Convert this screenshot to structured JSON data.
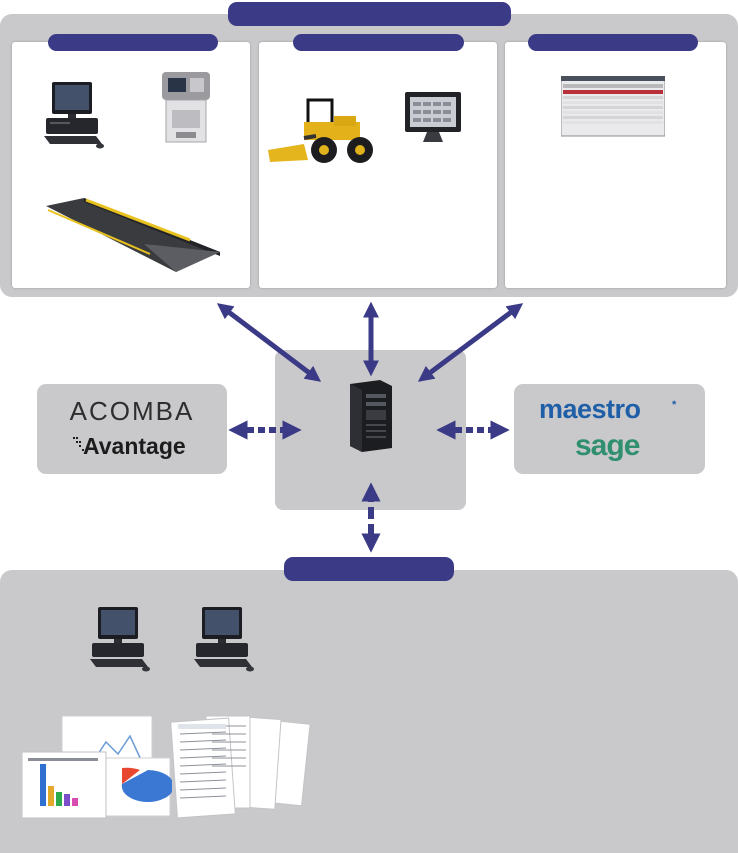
{
  "brands": {
    "left_top": "ACOMBA",
    "left_bottom": "Avantage",
    "right_top": "maestro",
    "right_bottom": "sage"
  },
  "colors": {
    "navy": "#3b3a86",
    "panel_grey": "#c9c9cb",
    "maestro_blue": "#1f5fa8",
    "sage_green": "#2f8f6f"
  },
  "icons": [
    "computer-icon",
    "kiosk-terminal-icon",
    "truck-scale-icon",
    "wheel-loader-icon",
    "onboard-display-icon",
    "software-screen-icon",
    "server-tower-icon",
    "report-charts-icon",
    "report-documents-icon"
  ]
}
